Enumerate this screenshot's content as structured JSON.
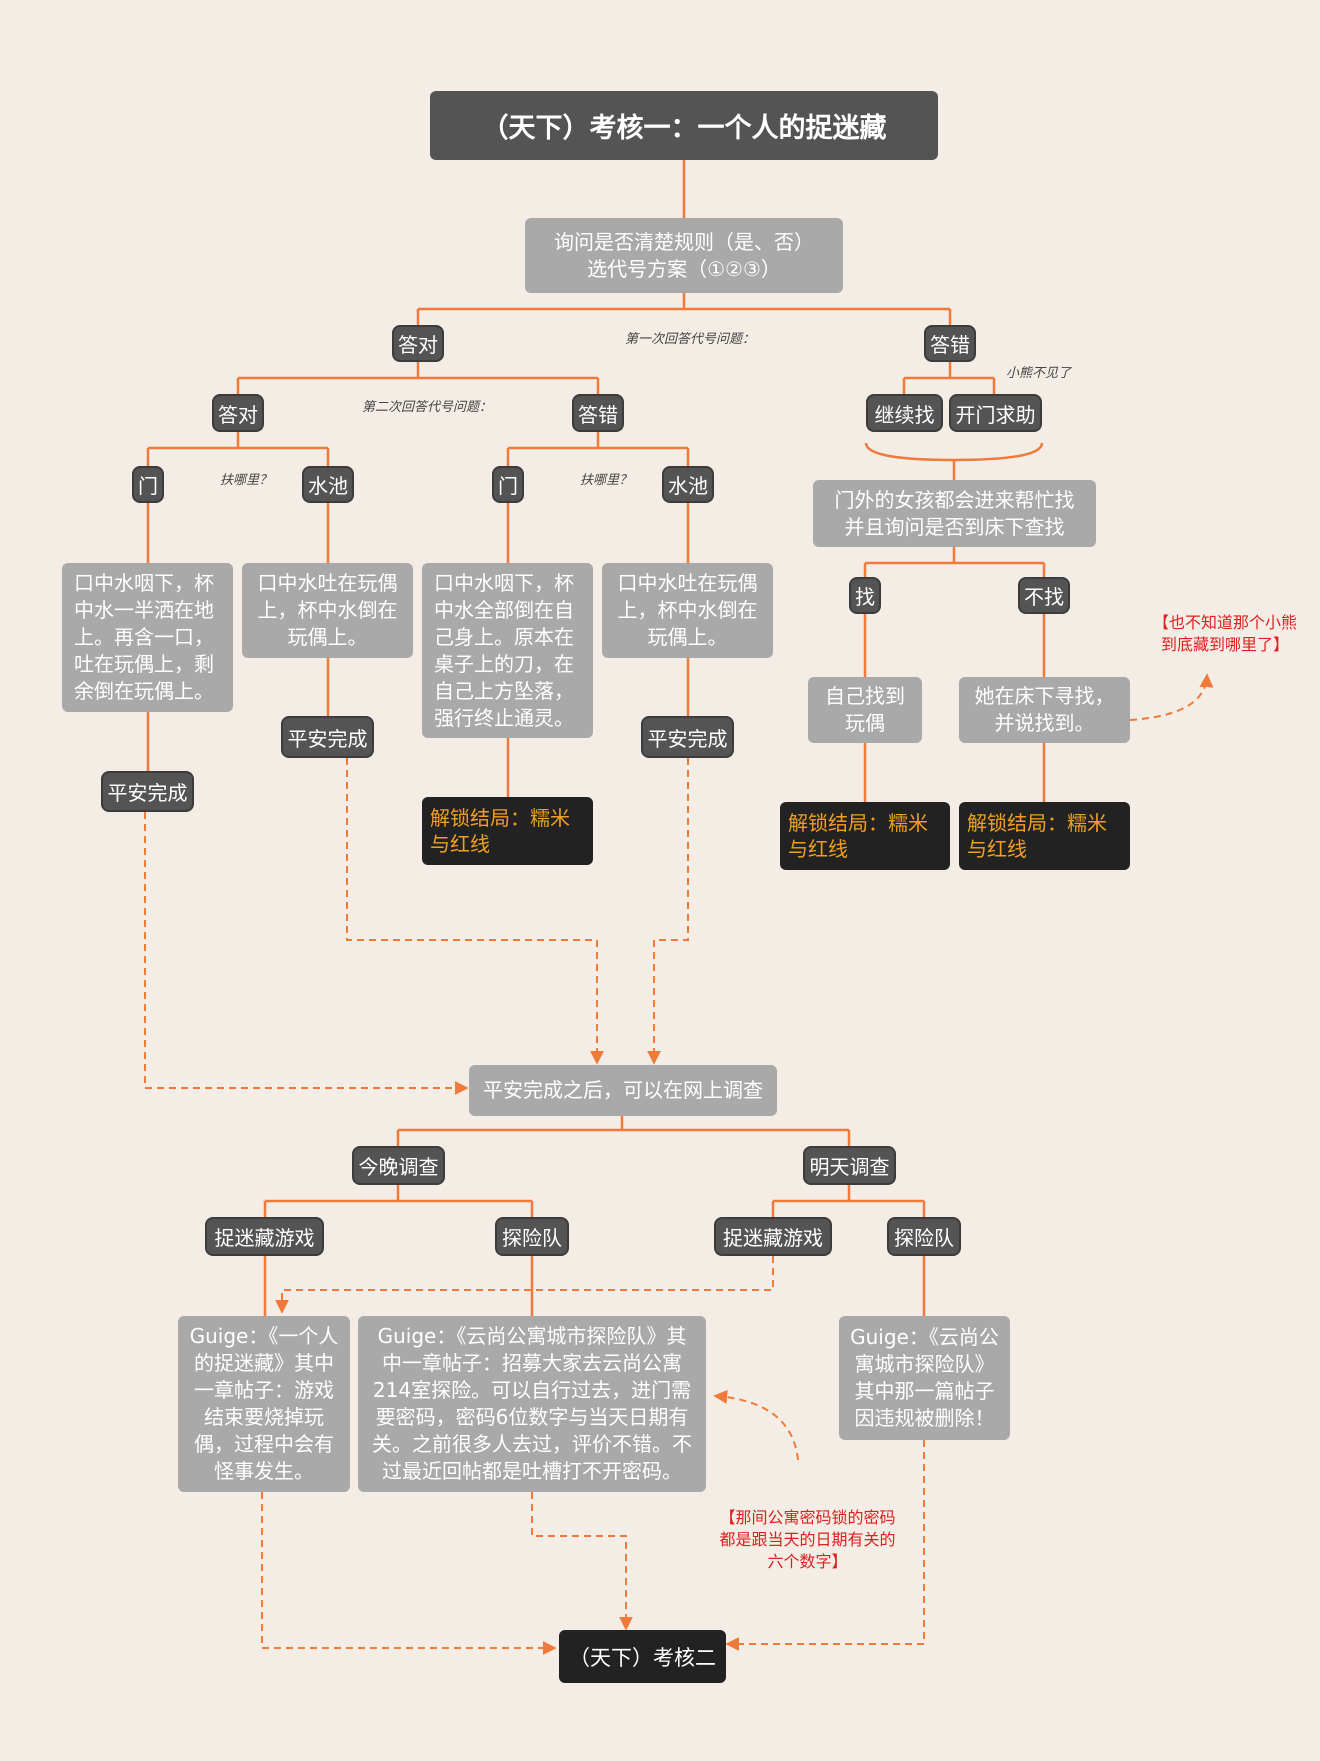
{
  "title": "（天下）考核一：一个人的捉迷藏",
  "nodes": {
    "ask_rules": "询问是否清楚规则（是、否）\n选代号方案（①②③）",
    "a1_right": "答对",
    "a1_wrong": "答错",
    "a2_right": "答对",
    "a2_wrong": "答错",
    "door_1": "门",
    "pool_1": "水池",
    "door_2": "门",
    "pool_2": "水池",
    "outcome_door_1": "口中水咽下，杯中水一半洒在地上。再含一口，吐在玩偶上，剩余倒在玩偶上。",
    "outcome_pool_1": "口中水吐在玩偶上，杯中水倒在玩偶上。",
    "outcome_door_2": "口中水咽下，杯中水全部倒在自己身上。原本在桌子上的刀，在自己上方坠落，强行终止通灵。",
    "outcome_pool_2": "口中水吐在玩偶上，杯中水倒在玩偶上。",
    "safe_1": "平安完成",
    "safe_2": "平安完成",
    "safe_3": "平安完成",
    "unlock_1": "解锁结局：糯米与红线",
    "keep_search": "继续找",
    "open_door": "开门求助",
    "girl_help": "门外的女孩都会进来帮忙找\n并且询问是否到床下查找",
    "search": "找",
    "no_search": "不找",
    "found_self": "自己找到\n玩偶",
    "she_found": "她在床下寻找，\n并说找到。",
    "unlock_2": "解锁结局：糯米与红线",
    "unlock_3": "解锁结局：糯米与红线",
    "after_safe": "平安完成之后，可以在网上调查",
    "tonight": "今晚调查",
    "tomorrow": "明天调查",
    "hide_game_1": "捉迷藏游戏",
    "explore_1": "探险队",
    "hide_game_2": "捉迷藏游戏",
    "explore_2": "探险队",
    "guide_1": "Guige：《一个人的捉迷藏》其中一章帖子：游戏结束要烧掉玩偶，过程中会有怪事发生。",
    "guide_2": "Guige：《云尚公寓城市探险队》其中一章帖子：招募大家去云尚公寓214室探险。可以自行过去，进门需要密码，密码6位数字与当天日期有关。之前很多人去过，评价不错。不过最近回帖都是吐槽打不开密码。",
    "guide_3": "Guige：《云尚公寓城市探险队》其中那一篇帖子因违规被删除！",
    "final": "（天下）考核二"
  },
  "notes": {
    "q1": "第一次回答代号问题：",
    "q2": "第二次回答代号问题：",
    "where_1": "扶哪里？",
    "where_2": "扶哪里？",
    "bear_missing": "小熊不见了"
  },
  "remarks": {
    "bear_hidden": "【也不知道那个小熊\n到底藏到哪里了】",
    "password_hint": "【那间公寓密码锁的密码\n都是跟当天的日期有关的\n六个数字】"
  },
  "colors": {
    "background": "#f3ede6",
    "line": "#f07a3a",
    "node_gray": "#a9a9a9",
    "node_dark": "#545454",
    "node_black": "#222222",
    "unlock_text": "#f0a020",
    "remark_red": "#e02020"
  }
}
